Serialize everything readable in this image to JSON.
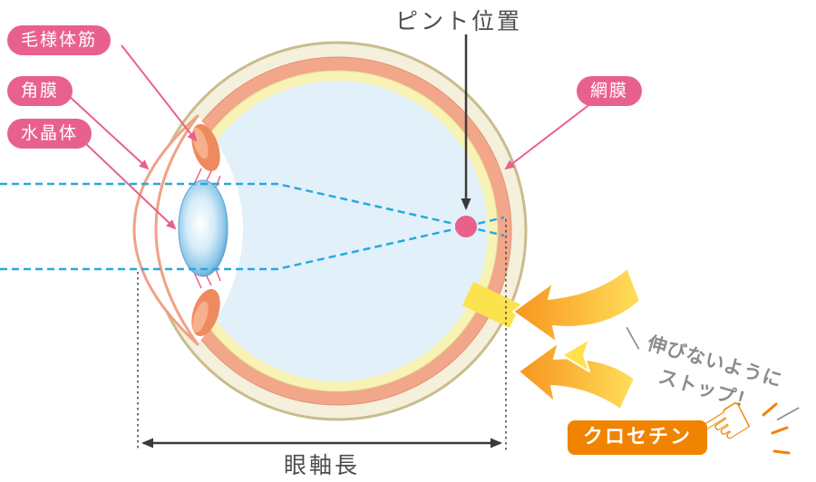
{
  "colors": {
    "accent_pink": "#e8618c",
    "accent_orange": "#f08300",
    "ray_blue": "#29a8e0",
    "sclera_cream": "#f5f0dc",
    "sclera_outline": "#c9bc8d",
    "choroid_salmon": "#f2a68a",
    "retina_layer_yellow": "#f8f3b5",
    "vitreous_blue": "#e2f0fa",
    "highlight_yellow": "#fce24d",
    "caption_gray": "#4d4d4d"
  },
  "labels": {
    "ciliary_muscle": "毛様体筋",
    "cornea": "角膜",
    "lens": "水晶体",
    "retina": "網膜",
    "focus_position": "ピント位置",
    "axial_length": "眼軸長",
    "crocetin": "クロセチン"
  },
  "callout": {
    "tick_left": "＼",
    "line1": "伸びないように",
    "line2": "ストップ！",
    "tick_right": "／"
  },
  "icons": {
    "hand": "☜"
  }
}
